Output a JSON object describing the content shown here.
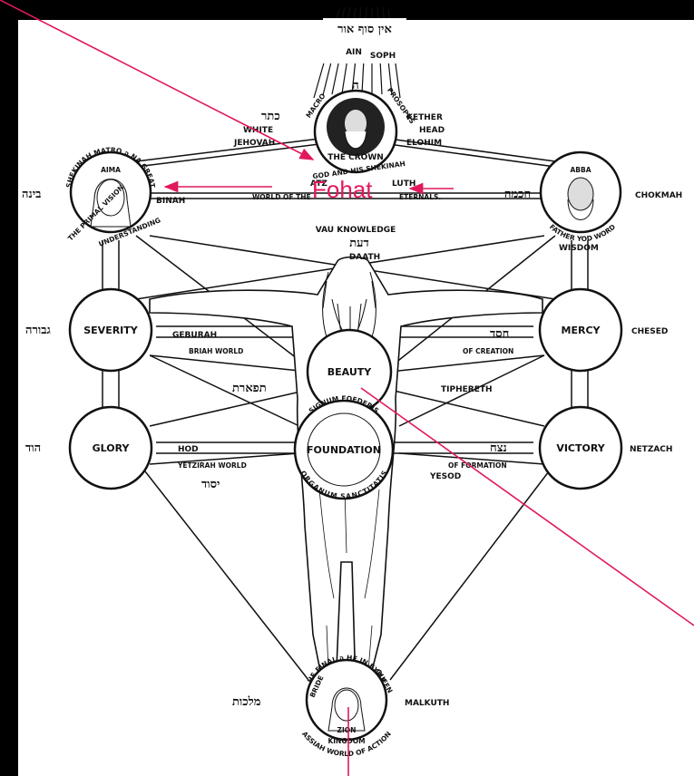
{
  "colors": {
    "background": "#000000",
    "paper": "#ffffff",
    "ink": "#111111",
    "annotation": "#e0195a"
  },
  "top": {
    "hebrew": "אין סוף אור",
    "label1": "AIN",
    "label2": "SOPH",
    "letter": "ה",
    "macro": "MACRO",
    "prosopus": "PROSOPUS"
  },
  "crown": {
    "name": "THE CROWN",
    "sub": "GOD AND HIS SHEKINAH",
    "atz": "ATZ",
    "luth": "LUTH",
    "world": "WORLD OF THE",
    "eternals": "ETERNALS."
  },
  "kether": {
    "hebrew": "כתר",
    "white": "WHITE",
    "jehovah": "JEHOVAH",
    "kether": "KETHER",
    "head": "HEAD",
    "elohim": "ELOHIM"
  },
  "binah": {
    "aima": "AIMA",
    "arc": "SHEKINAH MATRO ה NA GREAT",
    "primal": "THE PRIMAL VISION",
    "understanding": "UNDERSTANDING",
    "label": "BINAH",
    "hebrew": "בינה"
  },
  "chokmah": {
    "abba": "ABBA",
    "arc": "FATHER YOD WORD",
    "wisdom": "WISDOM",
    "label": "CHOKMAH",
    "hebrew": "חכמה"
  },
  "daath": {
    "knowledge": "VAU KNOWLEDGE",
    "hebrew": "דעת",
    "label": "DAATH"
  },
  "severity": {
    "name": "SEVERITY",
    "hebrew": "גבורה",
    "geburah": "GEBURAH",
    "world": "BRIAH WORLD"
  },
  "mercy": {
    "name": "MERCY",
    "label": "CHESED",
    "hebrew": "חסד",
    "world": "OF CREATION"
  },
  "beauty": {
    "name": "BEAUTY",
    "hebrew": "תפארת",
    "label": "TIPHERETH"
  },
  "glory": {
    "name": "GLORY",
    "hebrew": "הוד",
    "label": "HOD",
    "world": "YETZIRAH WORLD"
  },
  "victory": {
    "name": "VICTORY",
    "label": "NETZACH",
    "hebrew": "נצח",
    "world": "OF FORMATION"
  },
  "foundation": {
    "name": "FOUNDATION",
    "arc_top": "SIGNUM FOEDERIS",
    "arc_bottom": "ORGANUM SANCTITATIS",
    "hebrew": "יסוד",
    "label": "YESOD"
  },
  "kingdom": {
    "bride": "BRIDE",
    "arc": "HE FINAL ה HE IN EXILE",
    "queen": "QUEEN",
    "zion": "ZION",
    "name": "KINGDOM",
    "hebrew": "מלכות",
    "label": "MALKUTH",
    "world": "ASSIAH WORLD OF ACTION"
  },
  "annotation": {
    "text": "Fohat"
  }
}
